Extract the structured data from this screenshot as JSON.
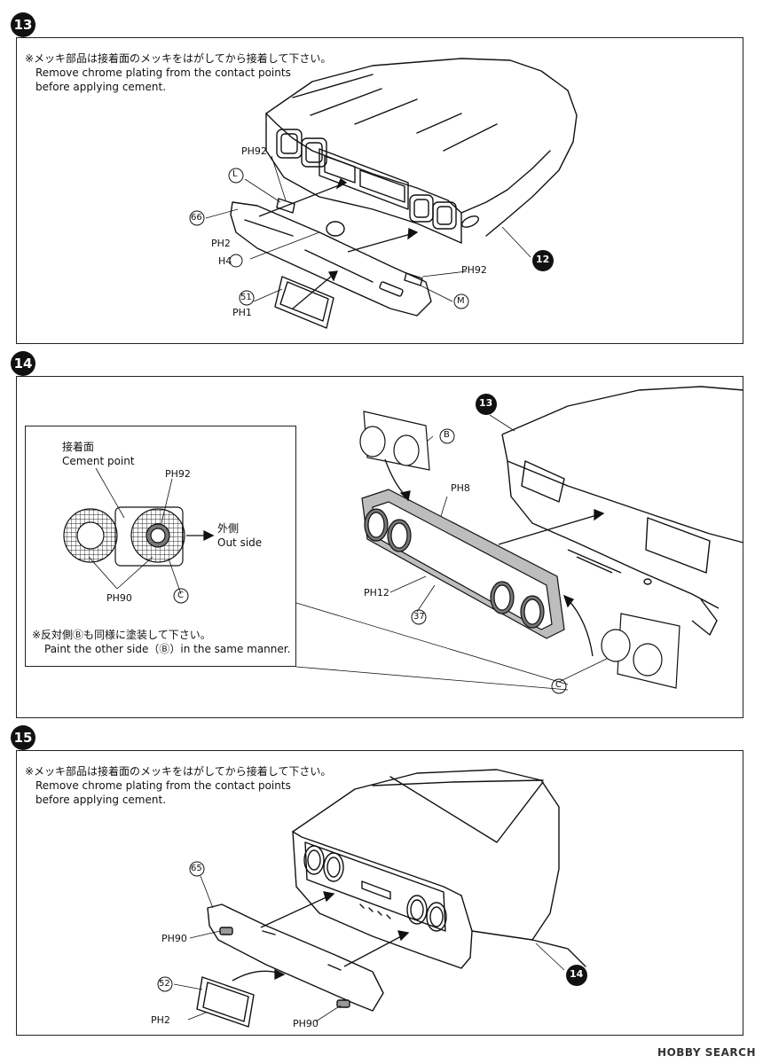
{
  "steps": [
    {
      "number": "13",
      "note_jp": "※メッキ部品は接着面のメッキをはがしてから接着して下さい。",
      "note_en_1": "Remove chrome plating from the contact points",
      "note_en_2": "before applying cement.",
      "labels": {
        "ph92_a": "PH92",
        "L": "L",
        "part66": "66",
        "ph2": "PH2",
        "h4": "H4",
        "part51": "51",
        "ph1": "PH1",
        "ph92_b": "PH92",
        "M": "M",
        "ref12": "12"
      }
    },
    {
      "number": "14",
      "inset": {
        "cement_jp": "接着面",
        "cement_en": "Cement point",
        "outside_jp": "外側",
        "outside_en": "Out side",
        "ph92": "PH92",
        "ph90": "PH90",
        "C": "C",
        "note_jp": "※反対側Ⓑも同様に塗装して下さい。",
        "note_en": "Paint the other side（Ⓑ）in the same manner."
      },
      "labels": {
        "ref13": "13",
        "B": "B",
        "ph8": "PH8",
        "ph12": "PH12",
        "part37": "37",
        "C": "C"
      }
    },
    {
      "number": "15",
      "note_jp": "※メッキ部品は接着面のメッキをはがしてから接着して下さい。",
      "note_en_1": "Remove chrome plating from the contact points",
      "note_en_2": "before applying cement.",
      "labels": {
        "part65": "65",
        "ph90_a": "PH90",
        "part52": "52",
        "ph2": "PH2",
        "ph90_b": "PH90",
        "ref14": "14"
      }
    }
  ],
  "watermark": "HOBBY SEARCH"
}
